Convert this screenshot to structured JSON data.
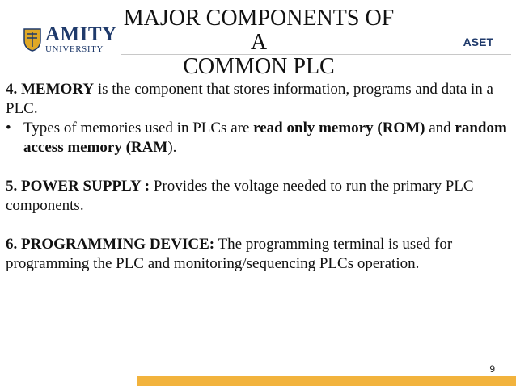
{
  "logo": {
    "name": "AMITY",
    "subtitle": "UNIVERSITY",
    "colors": {
      "brand": "#1f3a6b",
      "crest_gold": "#e0a826"
    }
  },
  "header": {
    "title_line1": "MAJOR COMPONENTS OF A",
    "title_line2": "COMMON PLC",
    "tag": "ASET"
  },
  "content": {
    "memory": {
      "heading": "4. MEMORY",
      "text": " is the component that stores information, programs and data in a PLC.",
      "bullet_symbol": "•",
      "bullet_prefix": "Types of memories used in PLCs are ",
      "bullet_bold": "read only memory (ROM)",
      "bullet_mid": " and ",
      "bullet_bold2": "random access memory (RAM",
      "bullet_end": ")."
    },
    "power_supply": {
      "heading": "5. POWER SUPPLY :",
      "text": " Provides the voltage needed to run the primary PLC components."
    },
    "programming_device": {
      "heading": "6. PROGRAMMING DEVICE:",
      "text": " The programming terminal is used for programming the PLC and monitoring/sequencing PLCs operation."
    }
  },
  "footer": {
    "page_number": "9",
    "bar_color": "#f2b33d"
  }
}
